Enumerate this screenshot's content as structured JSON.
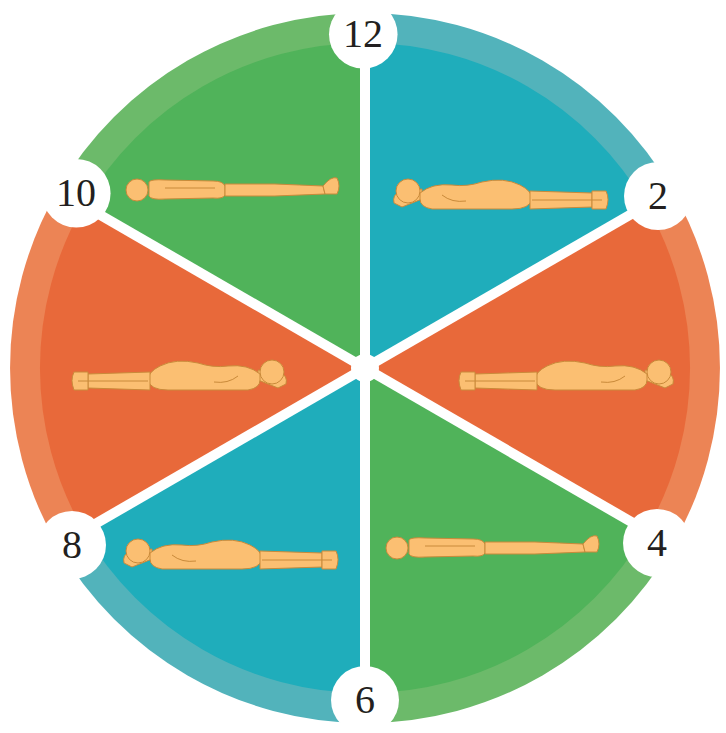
{
  "diagram": {
    "nodes": [
      {
        "text": [
          "12"
        ]
      },
      {
        "text": [
          "10"
        ]
      },
      {
        "text": [
          "2"
        ]
      },
      {
        "text": [
          "8"
        ]
      },
      {
        "text": [
          "4"
        ]
      },
      {
        "text": [
          "6"
        ]
      }
    ]
  }
}
